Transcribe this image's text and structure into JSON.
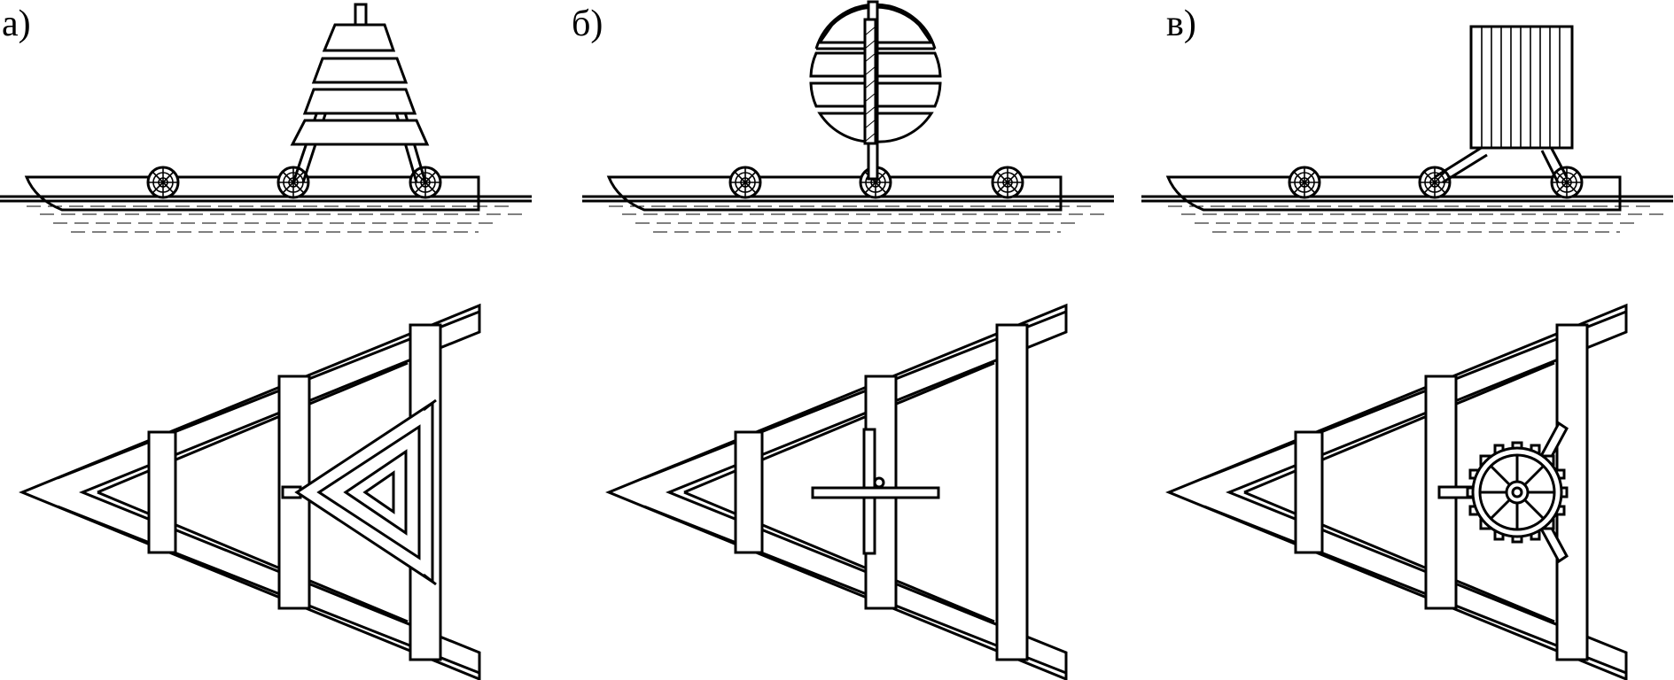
{
  "panels": [
    {
      "label": "а)",
      "topmark": "cone"
    },
    {
      "label": "б)",
      "topmark": "sphere"
    },
    {
      "label": "в)",
      "topmark": "cylinder"
    }
  ],
  "colors": {
    "line": "#000000",
    "background": "#ffffff"
  }
}
